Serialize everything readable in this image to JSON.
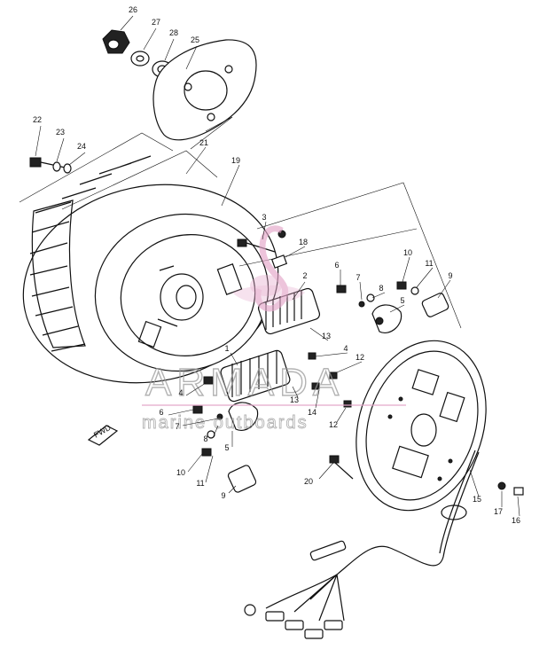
{
  "watermark": {
    "brand": "ARMADA",
    "tagline": "marine outboards",
    "pink": "#e4a6c9",
    "grey": "#9a9a9a"
  },
  "flywheel_arrow_text": "FWD",
  "callouts": [
    {
      "id": "26",
      "label": "26"
    },
    {
      "id": "27",
      "label": "27"
    },
    {
      "id": "28",
      "label": "28"
    },
    {
      "id": "25",
      "label": "25"
    },
    {
      "id": "22",
      "label": "22"
    },
    {
      "id": "23",
      "label": "23"
    },
    {
      "id": "24",
      "label": "24"
    },
    {
      "id": "21",
      "label": "21"
    },
    {
      "id": "19",
      "label": "19"
    },
    {
      "id": "3",
      "label": "3"
    },
    {
      "id": "18",
      "label": "18"
    },
    {
      "id": "2",
      "label": "2"
    },
    {
      "id": "6a",
      "label": "6"
    },
    {
      "id": "7a",
      "label": "7"
    },
    {
      "id": "8a",
      "label": "8"
    },
    {
      "id": "10a",
      "label": "10"
    },
    {
      "id": "11a",
      "label": "11"
    },
    {
      "id": "9a",
      "label": "9"
    },
    {
      "id": "5a",
      "label": "5"
    },
    {
      "id": "13a",
      "label": "13"
    },
    {
      "id": "4a",
      "label": "4"
    },
    {
      "id": "12a",
      "label": "12"
    },
    {
      "id": "1",
      "label": "1"
    },
    {
      "id": "13b",
      "label": "13"
    },
    {
      "id": "14",
      "label": "14"
    },
    {
      "id": "12b",
      "label": "12"
    },
    {
      "id": "4b",
      "label": "4"
    },
    {
      "id": "6b",
      "label": "6"
    },
    {
      "id": "7b",
      "label": "7"
    },
    {
      "id": "8b",
      "label": "8"
    },
    {
      "id": "5b",
      "label": "5"
    },
    {
      "id": "10b",
      "label": "10"
    },
    {
      "id": "11b",
      "label": "11"
    },
    {
      "id": "9b",
      "label": "9"
    },
    {
      "id": "20",
      "label": "20"
    },
    {
      "id": "15",
      "label": "15"
    },
    {
      "id": "17",
      "label": "17"
    },
    {
      "id": "16",
      "label": "16"
    }
  ]
}
